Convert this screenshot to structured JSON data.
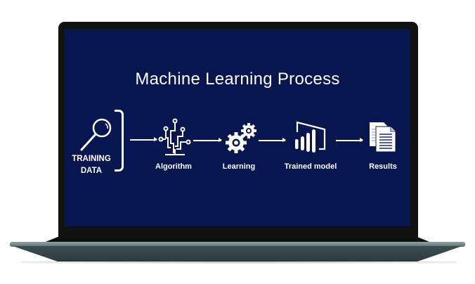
{
  "device": {
    "type": "laptop",
    "screen_color": "#08164f",
    "bezel_color": "#121212",
    "base_color": "#3d4f51"
  },
  "slide": {
    "title": "Machine Learning Process",
    "steps": [
      {
        "label_line1": "TRAINING",
        "label_line2": "DATA",
        "icon": "magnifying-glass-icon"
      },
      {
        "label": "Algorithm",
        "icon": "circuit-tree-icon"
      },
      {
        "label": "Learning",
        "icon": "gears-icon"
      },
      {
        "label": "Trained model",
        "icon": "bar-chart-icon"
      },
      {
        "label": "Results",
        "icon": "documents-icon"
      }
    ]
  }
}
